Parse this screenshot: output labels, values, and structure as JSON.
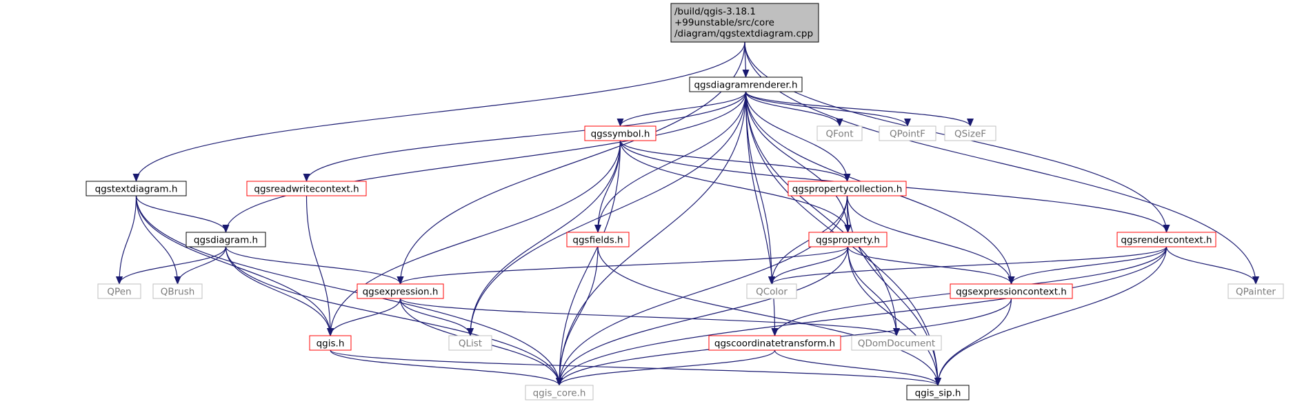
{
  "graph": {
    "root": {
      "lines": [
        "/build/qgis-3.18.1",
        "+99unstable/src/core",
        "/diagram/qgstextdiagram.cpp"
      ]
    },
    "nodes": [
      {
        "id": "qgsdiagramrenderer",
        "label": "qgsdiagramrenderer.h",
        "style": "black"
      },
      {
        "id": "qgstextdiagram",
        "label": "qgstextdiagram.h",
        "style": "black"
      },
      {
        "id": "qgsreadwritecontext",
        "label": "qgsreadwritecontext.h",
        "style": "red"
      },
      {
        "id": "qgssymbol",
        "label": "qgssymbol.h",
        "style": "red"
      },
      {
        "id": "qgspropertycollection",
        "label": "qgspropertycollection.h",
        "style": "red"
      },
      {
        "id": "qgsrendercontext",
        "label": "qgsrendercontext.h",
        "style": "red"
      },
      {
        "id": "qgsdiagram",
        "label": "qgsdiagram.h",
        "style": "black"
      },
      {
        "id": "qgsfields",
        "label": "qgsfields.h",
        "style": "red"
      },
      {
        "id": "qgsproperty",
        "label": "qgsproperty.h",
        "style": "red"
      },
      {
        "id": "qgsexpression",
        "label": "qgsexpression.h",
        "style": "red"
      },
      {
        "id": "qgsexpressioncontext",
        "label": "qgsexpressioncontext.h",
        "style": "red"
      },
      {
        "id": "qgis",
        "label": "qgis.h",
        "style": "red"
      },
      {
        "id": "qgscoordinatetransform",
        "label": "qgscoordinatetransform.h",
        "style": "red"
      },
      {
        "id": "qgis_core",
        "label": "qgis_core.h",
        "style": "gray"
      },
      {
        "id": "qgis_sip",
        "label": "qgis_sip.h",
        "style": "black"
      },
      {
        "id": "QFont",
        "label": "QFont",
        "style": "gray"
      },
      {
        "id": "QPointF",
        "label": "QPointF",
        "style": "gray"
      },
      {
        "id": "QSizeF",
        "label": "QSizeF",
        "style": "gray"
      },
      {
        "id": "QPen",
        "label": "QPen",
        "style": "gray"
      },
      {
        "id": "QBrush",
        "label": "QBrush",
        "style": "gray"
      },
      {
        "id": "QColor",
        "label": "QColor",
        "style": "gray"
      },
      {
        "id": "QPainter",
        "label": "QPainter",
        "style": "gray"
      },
      {
        "id": "QList",
        "label": "QList",
        "style": "gray"
      },
      {
        "id": "QDomDocument",
        "label": "QDomDocument",
        "style": "gray"
      }
    ],
    "edges": [
      [
        "root",
        "qgsdiagramrenderer"
      ],
      [
        "root",
        "qgstextdiagram"
      ],
      [
        "root",
        "qgsexpression"
      ],
      [
        "root",
        "qgsrendercontext"
      ],
      [
        "root",
        "QPainter"
      ],
      [
        "qgsdiagramrenderer",
        "qgis_core"
      ],
      [
        "qgsdiagramrenderer",
        "qgsdiagram"
      ],
      [
        "qgsdiagramrenderer",
        "qgsreadwritecontext"
      ],
      [
        "qgsdiagramrenderer",
        "qgssymbol"
      ],
      [
        "qgsdiagramrenderer",
        "QList"
      ],
      [
        "qgsdiagramrenderer",
        "qgsfields"
      ],
      [
        "qgsdiagramrenderer",
        "qgscoordinatetransform"
      ],
      [
        "qgsdiagramrenderer",
        "QColor"
      ],
      [
        "qgsdiagramrenderer",
        "qgspropertycollection"
      ],
      [
        "qgsdiagramrenderer",
        "qgsproperty"
      ],
      [
        "qgsdiagramrenderer",
        "QFont"
      ],
      [
        "qgsdiagramrenderer",
        "QPointF"
      ],
      [
        "qgsdiagramrenderer",
        "QSizeF"
      ],
      [
        "qgsdiagramrenderer",
        "qgsexpressioncontext"
      ],
      [
        "qgsdiagramrenderer",
        "QDomDocument"
      ],
      [
        "qgsdiagramrenderer",
        "qgis_sip"
      ],
      [
        "qgstextdiagram",
        "qgsdiagram"
      ],
      [
        "qgstextdiagram",
        "QPen"
      ],
      [
        "qgstextdiagram",
        "QBrush"
      ],
      [
        "qgstextdiagram",
        "qgis"
      ],
      [
        "qgstextdiagram",
        "qgis_core"
      ],
      [
        "qgsreadwritecontext",
        "qgis"
      ],
      [
        "qgssymbol",
        "qgis"
      ],
      [
        "qgssymbol",
        "qgis_core"
      ],
      [
        "qgssymbol",
        "QList"
      ],
      [
        "qgssymbol",
        "qgsfields"
      ],
      [
        "qgssymbol",
        "qgspropertycollection"
      ],
      [
        "qgssymbol",
        "qgsproperty"
      ],
      [
        "qgssymbol",
        "qgsrendercontext"
      ],
      [
        "qgspropertycollection",
        "qgsproperty"
      ],
      [
        "qgspropertycollection",
        "QColor"
      ],
      [
        "qgspropertycollection",
        "qgsexpressioncontext"
      ],
      [
        "qgspropertycollection",
        "qgis_core"
      ],
      [
        "qgspropertycollection",
        "qgis_sip"
      ],
      [
        "qgsrendercontext",
        "qgsexpressioncontext"
      ],
      [
        "qgsrendercontext",
        "QColor"
      ],
      [
        "qgsrendercontext",
        "QPainter"
      ],
      [
        "qgsrendercontext",
        "qgscoordinatetransform"
      ],
      [
        "qgsrendercontext",
        "qgis_core"
      ],
      [
        "qgsrendercontext",
        "qgis_sip"
      ],
      [
        "qgsdiagram",
        "QPen"
      ],
      [
        "qgsdiagram",
        "QBrush"
      ],
      [
        "qgsdiagram",
        "qgsexpression"
      ],
      [
        "qgsdiagram",
        "qgis"
      ],
      [
        "qgsdiagram",
        "qgis_core"
      ],
      [
        "qgsfields",
        "qgis_core"
      ],
      [
        "qgsfields",
        "qgis_sip"
      ],
      [
        "qgsproperty",
        "qgsexpression"
      ],
      [
        "qgsproperty",
        "QColor"
      ],
      [
        "qgsproperty",
        "qgsexpressioncontext"
      ],
      [
        "qgsproperty",
        "qgis_core"
      ],
      [
        "qgsproperty",
        "QDomDocument"
      ],
      [
        "qgsproperty",
        "qgis_sip"
      ],
      [
        "qgsexpression",
        "qgis"
      ],
      [
        "qgsexpression",
        "QList"
      ],
      [
        "qgsexpression",
        "qgis_core"
      ],
      [
        "qgsexpression",
        "QDomDocument"
      ],
      [
        "qgsexpressioncontext",
        "qgis_core"
      ],
      [
        "qgsexpressioncontext",
        "qgis_sip"
      ],
      [
        "qgis",
        "qgis_core"
      ],
      [
        "qgis",
        "qgis_sip"
      ],
      [
        "qgscoordinatetransform",
        "qgis_core"
      ],
      [
        "qgscoordinatetransform",
        "qgis_sip"
      ]
    ],
    "colors": {
      "edge": "#191970",
      "red_border": "#ff0000",
      "black_border": "#000000",
      "gray_border": "#bfbfbf",
      "gray_text": "#7a7a7a",
      "root_fill": "#bfbfbf"
    }
  }
}
